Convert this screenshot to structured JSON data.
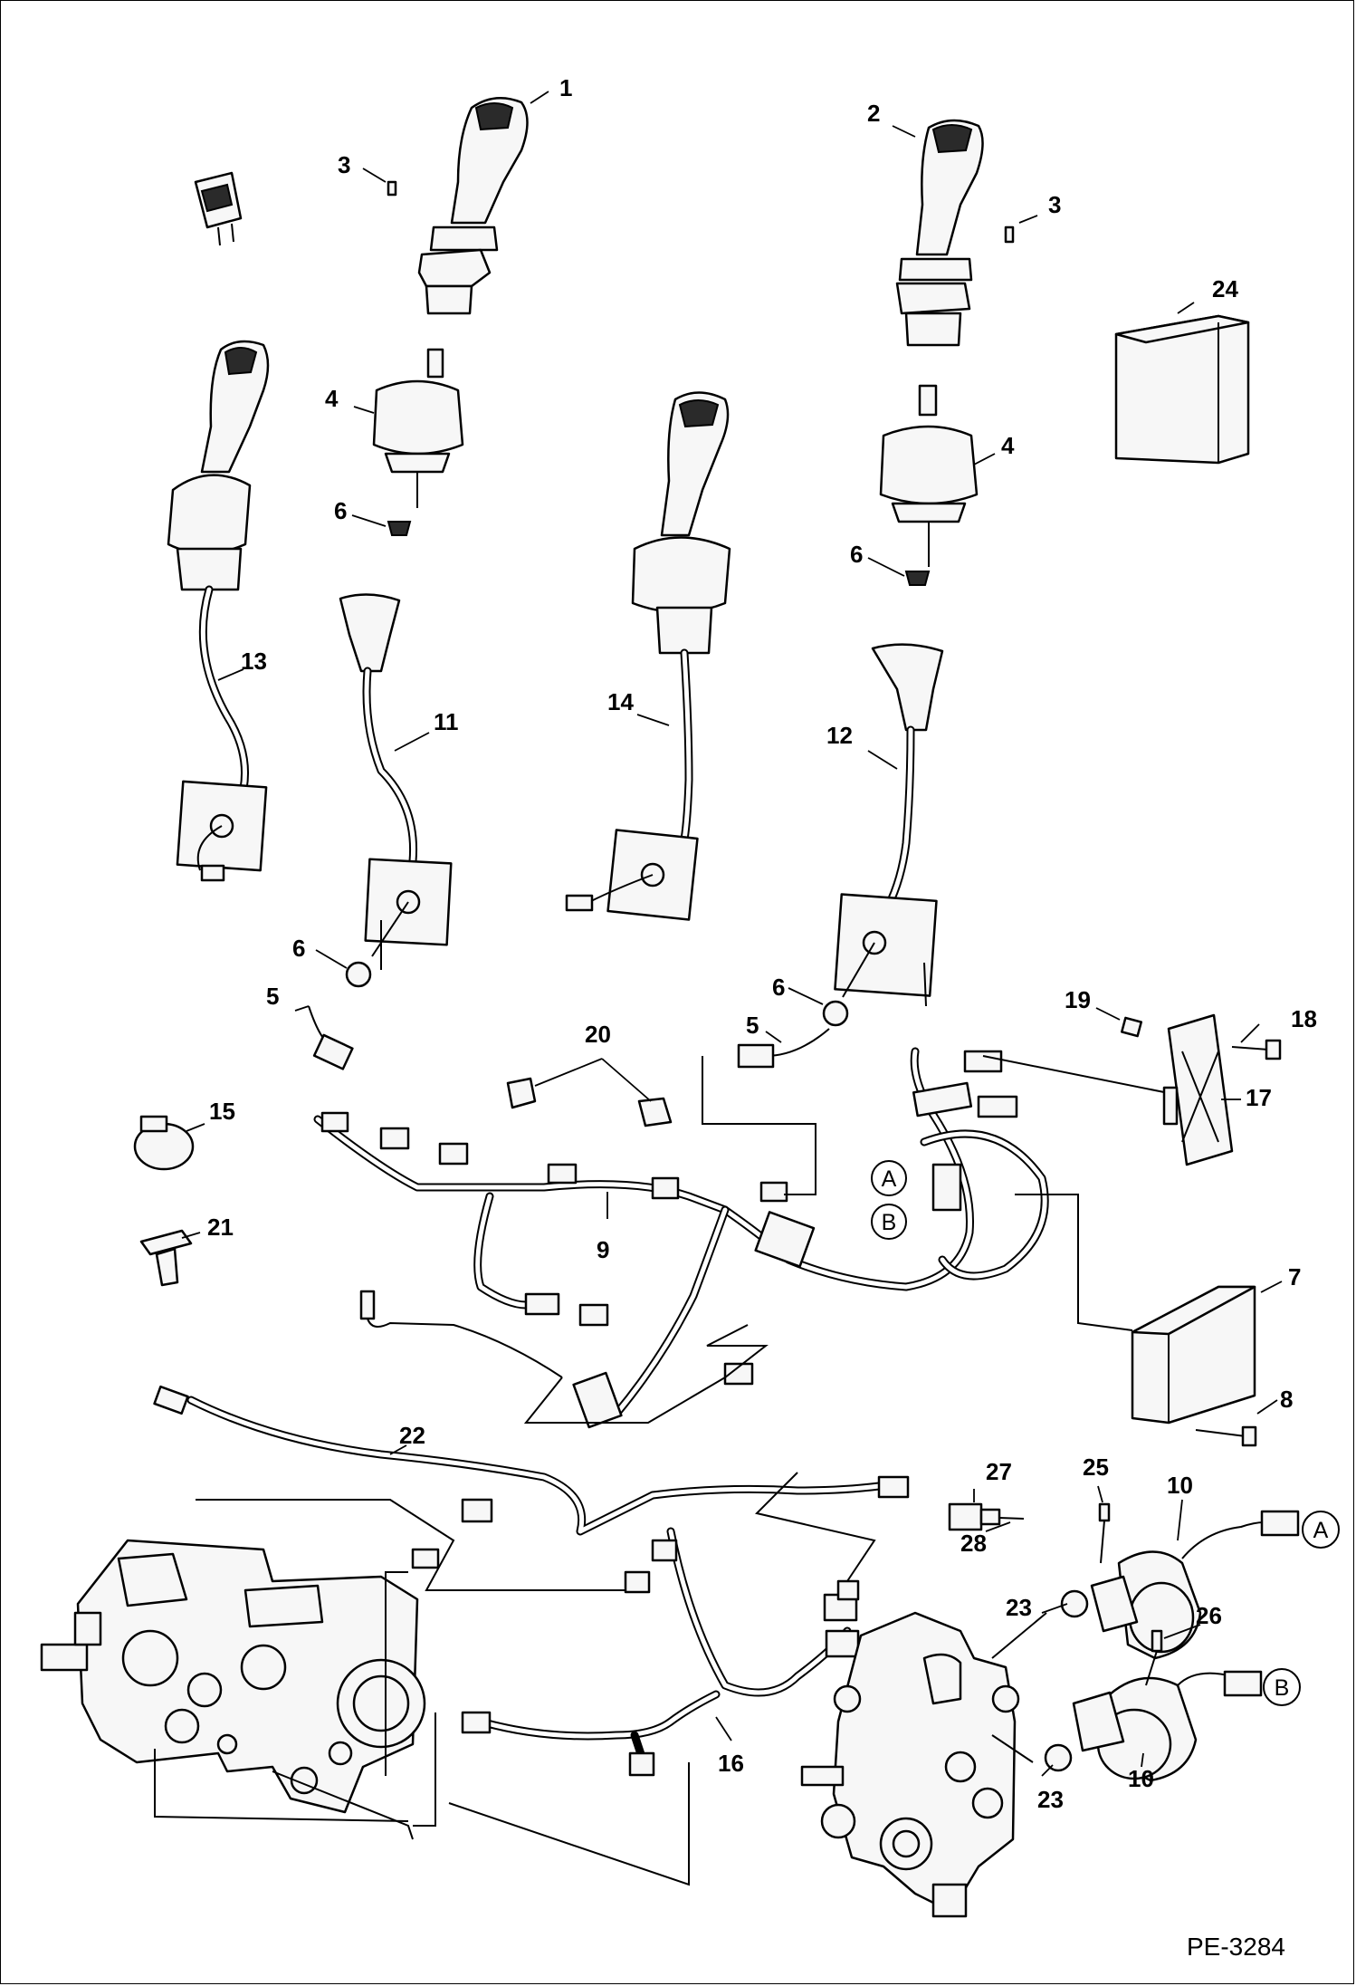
{
  "drawing_id": "PE-3284",
  "callouts": {
    "c1": "1",
    "c2": "2",
    "c3a": "3",
    "c3b": "3",
    "c4a": "4",
    "c4b": "4",
    "c5a": "5",
    "c5b": "5",
    "c6a": "6",
    "c6b": "6",
    "c6c": "6",
    "c6d": "6",
    "c7": "7",
    "c8": "8",
    "c9": "9",
    "c10a": "10",
    "c10b": "10",
    "c11": "11",
    "c12": "12",
    "c13": "13",
    "c14": "14",
    "c15": "15",
    "c16": "16",
    "c17": "17",
    "c18": "18",
    "c19": "19",
    "c20": "20",
    "c21": "21",
    "c22": "22",
    "c23a": "23",
    "c23b": "23",
    "c24": "24",
    "c25": "25",
    "c26": "26",
    "c27": "27",
    "c28": "28"
  },
  "connector_markers": {
    "a1": "A",
    "b1": "B",
    "a2": "A",
    "b2": "B"
  }
}
